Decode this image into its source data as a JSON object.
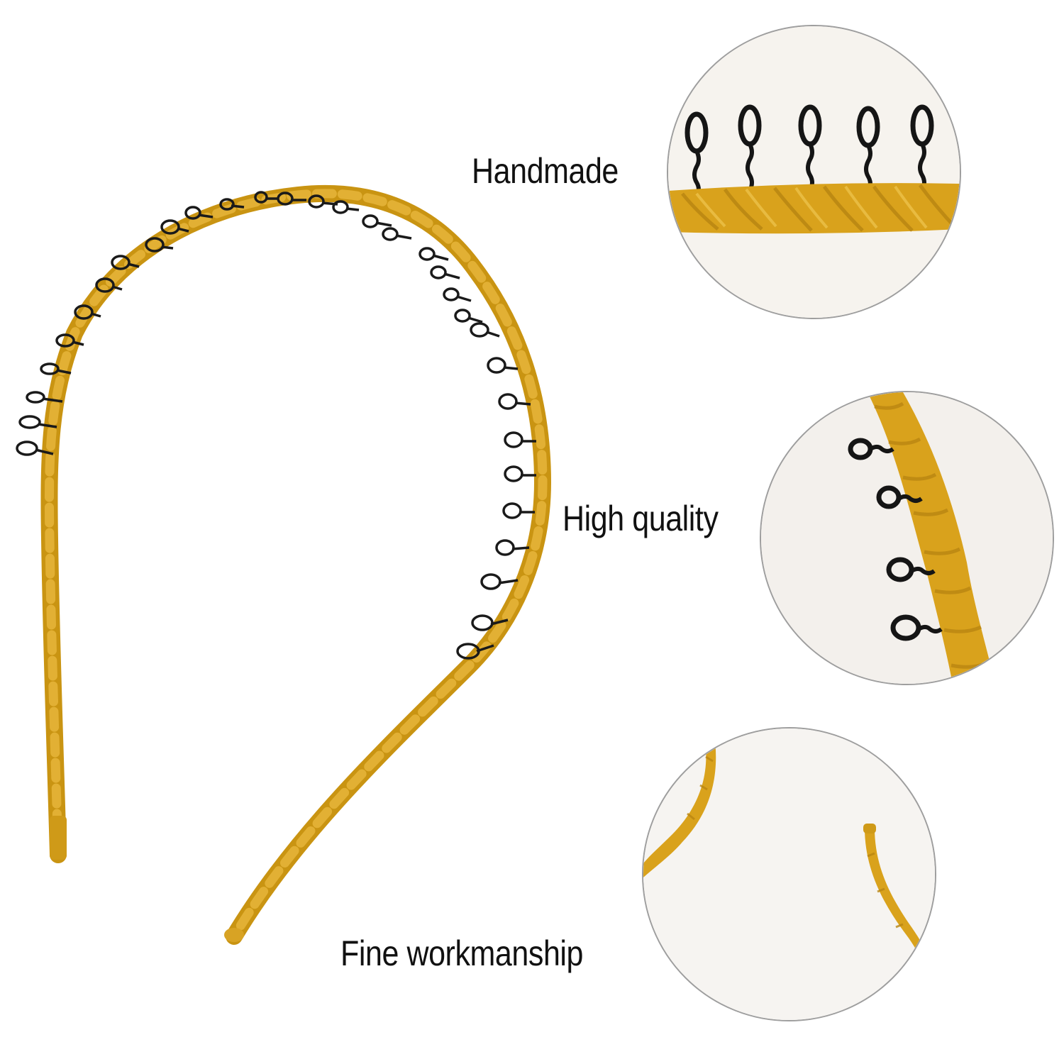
{
  "features": {
    "handmade": {
      "label": "Handmade"
    },
    "quality": {
      "label": "High quality"
    },
    "fine": {
      "label": "Fine workmanship"
    }
  },
  "colors": {
    "band": "#d9a21c",
    "band_shadow": "#b98612",
    "band_highlight": "#e8bb3e",
    "wire": "#1a1a1a",
    "circle_border": "#9e9e9e",
    "circle_background": "#f4f1ec"
  },
  "icons": {
    "product": "headband-illustration",
    "detail_1": "twisted-band-closeup",
    "detail_2": "band-side-closeup",
    "detail_3": "band-ends-closeup"
  }
}
